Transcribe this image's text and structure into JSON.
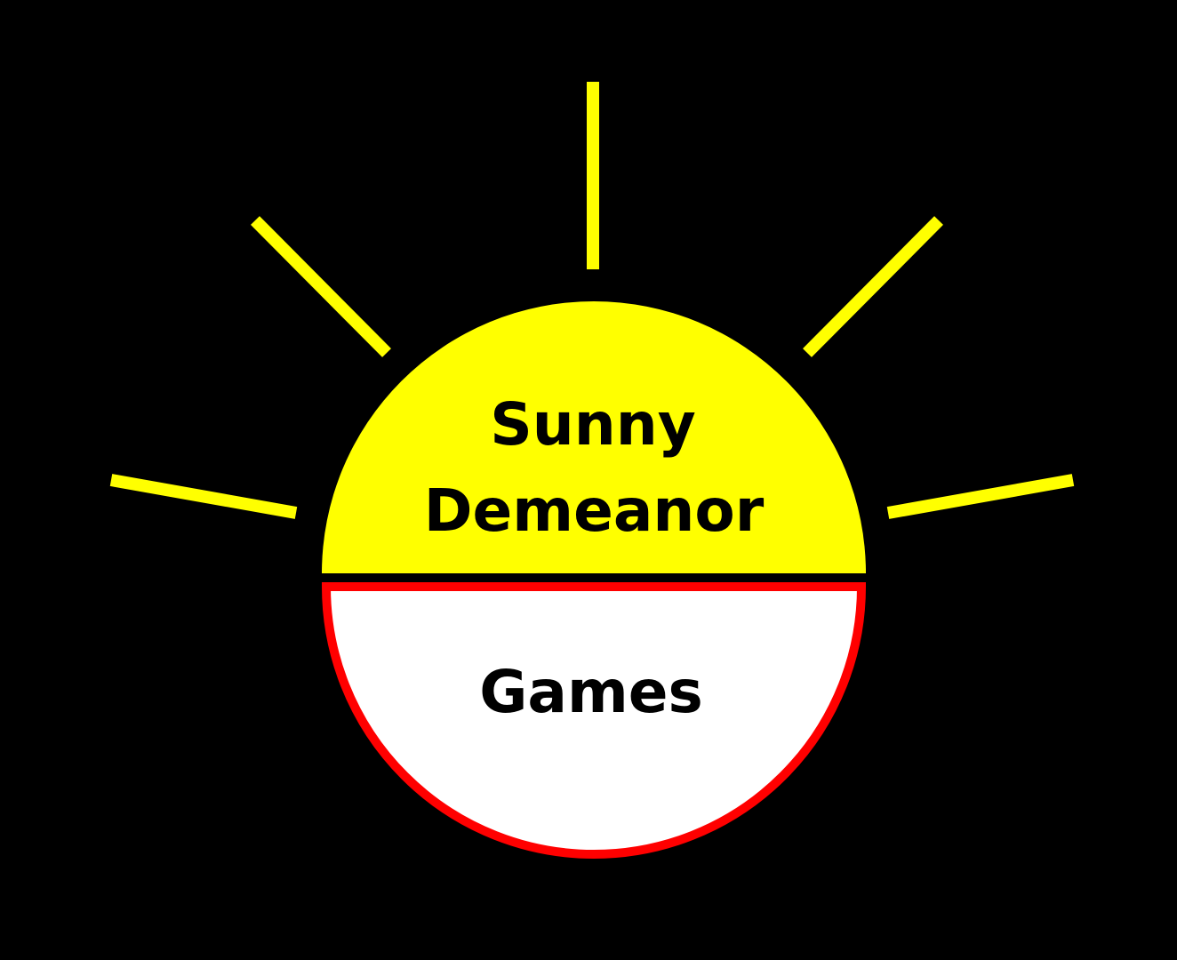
{
  "logo": {
    "line1": "Sunny",
    "line2": "Demeanor",
    "line3": "Games"
  },
  "colors": {
    "background": "#000000",
    "sun": "#FFFF00",
    "bottom_fill": "#FFFFFF",
    "bottom_outline": "#FF0000",
    "text": "#000000"
  }
}
